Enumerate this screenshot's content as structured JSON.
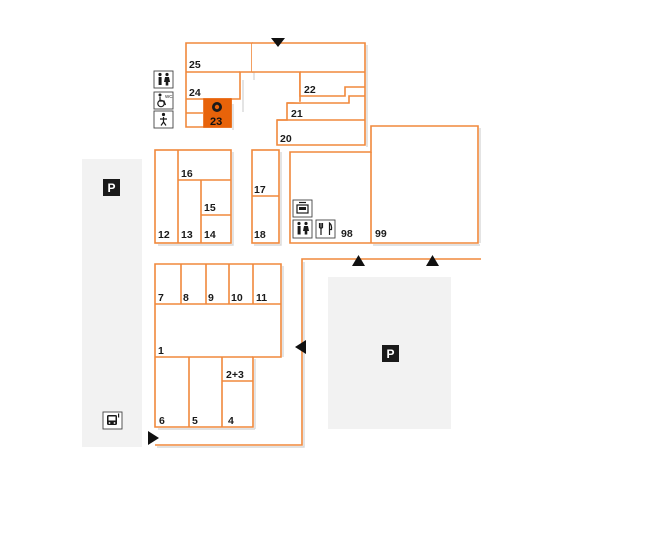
{
  "map": {
    "units": {
      "u25": "25",
      "u24": "24",
      "u23": "23",
      "u22": "22",
      "u21": "21",
      "u20": "20",
      "u17": "17",
      "u16": "16",
      "u15": "15",
      "u14": "14",
      "u13": "13",
      "u12": "12",
      "u18": "18",
      "u98": "98",
      "u99": "99",
      "u7": "7",
      "u8": "8",
      "u9": "9",
      "u10": "10",
      "u11": "11",
      "u1": "1",
      "u6": "6",
      "u5": "5",
      "u4": "4",
      "u23b": "2+3"
    },
    "highlighted_unit": "23",
    "highlight_color": "#e8630a",
    "unit_outline_color": "#f0883c",
    "parking": {
      "left_label": "P",
      "right_label": "P"
    },
    "icons": [
      "toilets-icon",
      "accessible-toilet-icon",
      "baby-changing-icon",
      "atm-icon",
      "toilets-icon",
      "restaurant-icon",
      "bus-stop-icon",
      "location-pin-icon"
    ]
  }
}
